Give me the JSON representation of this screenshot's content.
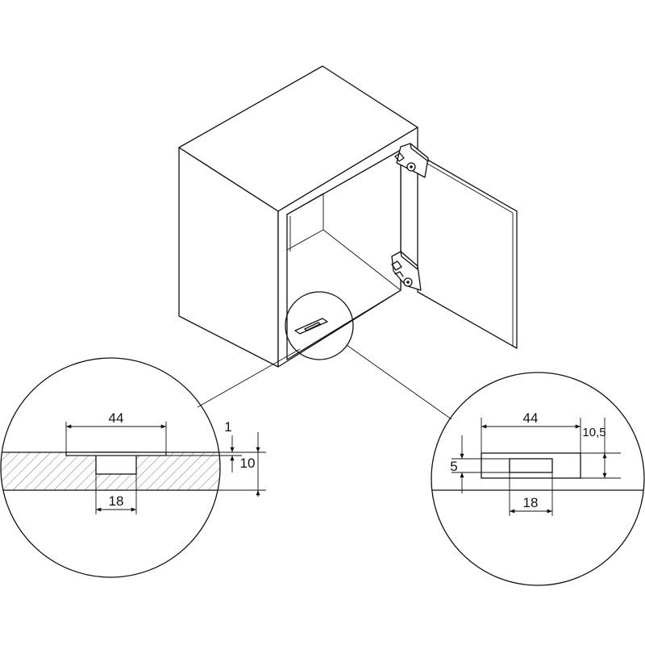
{
  "detail_left": {
    "width_label": "44",
    "depth_label": "18",
    "top_offset_label": "1",
    "thickness_label": "10"
  },
  "detail_right": {
    "width_label": "44",
    "depth_label": "18",
    "height_label": "5",
    "offset_label": "10,5"
  }
}
